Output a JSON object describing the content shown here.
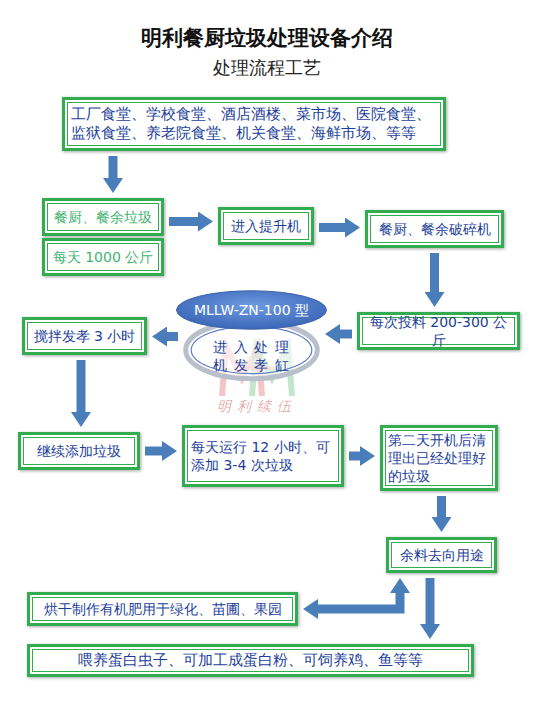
{
  "diagram": {
    "title": "明利餐厨垃圾处理设备介绍",
    "nodes": [
      {
        "text": [
          "工厂食堂、学校食堂、酒店酒楼、菜市场、医院食堂、 监狱食堂、养老院食堂、机关食堂、海鲜市场、等等"
        ]
      },
      {
        "text": [
          "餐厨、餐余垃圾"
        ]
      },
      {
        "text": [
          "每天 1000 公斤"
        ]
      },
      {
        "text": [
          "进入提升机"
        ]
      },
      {
        "text": [
          "餐厨、餐余破碎机"
        ]
      },
      {
        "text": [
          "MLLW-ZN-100 型"
        ]
      },
      {
        "text": [
          "进 入 处 理 机 发 孝 缸"
        ]
      },
      {
        "text": [
          "每次投料 200-300 公斤"
        ]
      },
      {
        "text": [
          "搅拌发孝 3 小时"
        ]
      },
      {
        "text": [
          "继续添加垃圾"
        ]
      },
      {
        "text": [
          "每天运行 12 小时、可 添加 3-4 次垃圾"
        ]
      },
      {
        "text": [
          "第二天开机后清 理出已经处理好 的垃圾"
        ]
      },
      {
        "text": [
          "余料去向用途"
        ]
      },
      {
        "text": [
          "烘干制作有机肥用于绿化、苗圃、果园"
        ]
      },
      {
        "text": [
          "喂养蛋白虫子、可加工成蛋白粉、可饲养鸡、鱼等等"
        ]
      }
    ],
    "edges": [
      {
        "from": 0,
        "to": 1,
        "arrow": "to"
      },
      {
        "from": 1,
        "to": 3,
        "arrow": "to"
      },
      {
        "from": 3,
        "to": 4,
        "arrow": "to"
      },
      {
        "from": 4,
        "to": 7,
        "arrow": "to"
      },
      {
        "from": 7,
        "to": 6,
        "arrow": "to"
      },
      {
        "from": 6,
        "to": 8,
        "arrow": "to"
      },
      {
        "from": 8,
        "to": 9,
        "arrow": "to"
      },
      {
        "from": 9,
        "to": 10,
        "arrow": "to"
      },
      {
        "from": 10,
        "to": 11,
        "arrow": "to"
      },
      {
        "from": 11,
        "to": 12,
        "arrow": "to"
      },
      {
        "from": 12,
        "to": 13,
        "arrow": "both"
      },
      {
        "from": 12,
        "to": 14,
        "arrow": "to"
      }
    ],
    "labels": [
      "处理流程工艺",
      "明利续伍"
    ]
  }
}
